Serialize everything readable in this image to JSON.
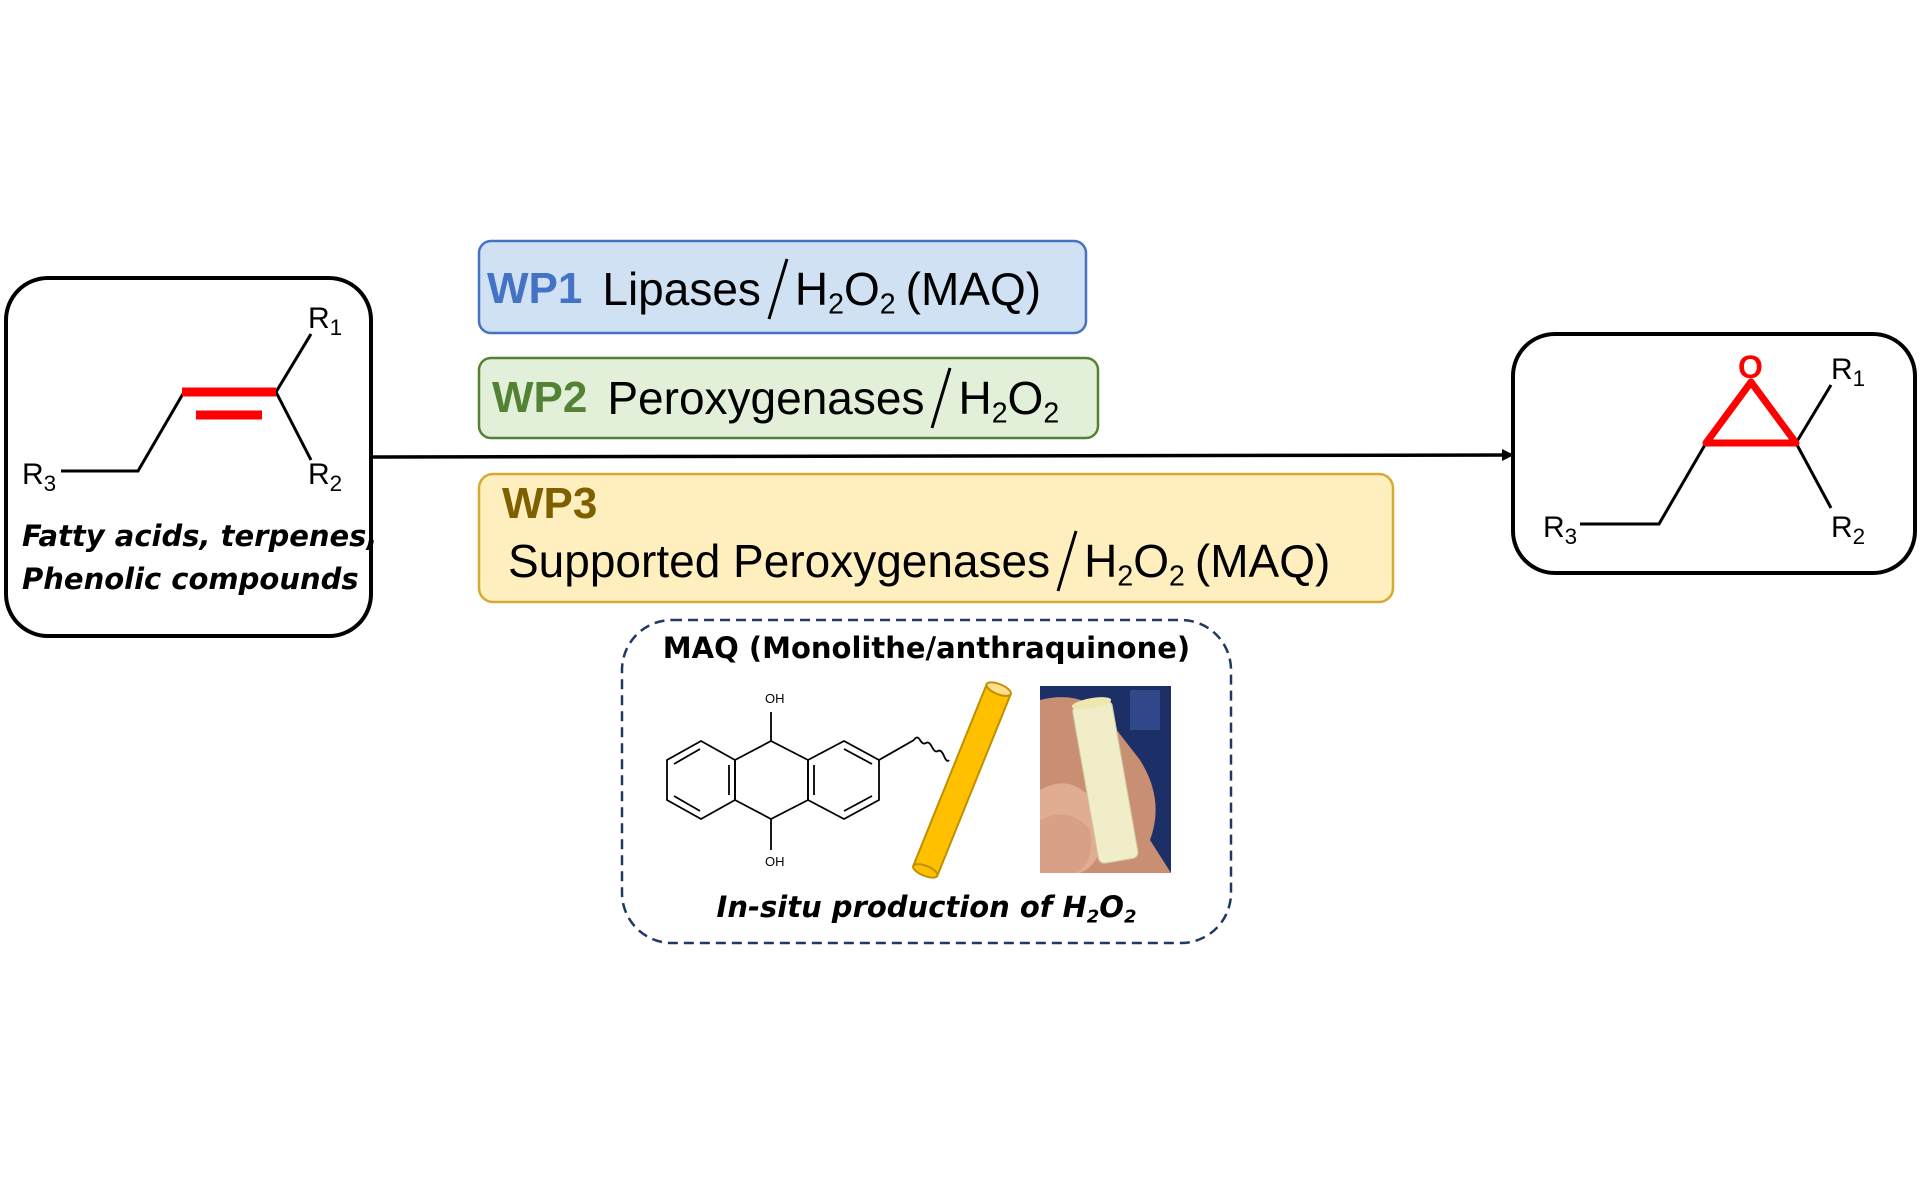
{
  "h2o2": {
    "a": "H",
    "a_sub": "2",
    "b": "O",
    "b_sub": "2"
  },
  "substrate": {
    "r1": "R",
    "r1_sub": "1",
    "r2": "R",
    "r2_sub": "2",
    "r3": "R",
    "r3_sub": "3",
    "line1": "Fatty acids, terpenes,",
    "line2": "Phenolic compounds"
  },
  "product": {
    "oxygen": "O",
    "r1": "R",
    "r1_sub": "1",
    "r2": "R",
    "r2_sub": "2",
    "r3": "R",
    "r3_sub": "3"
  },
  "wp1": {
    "tag": "WP1",
    "text": "Lipases",
    "suffix": "(MAQ)"
  },
  "wp2": {
    "tag": "WP2",
    "text": "Peroxygenases"
  },
  "wp3": {
    "tag": "WP3",
    "text": "Supported Peroxygenases",
    "suffix": "(MAQ)"
  },
  "maq": {
    "title": "MAQ (Monolithe/anthraquinone)",
    "oh_top": "OH",
    "oh_bottom": "OH",
    "caption": "In-situ production of ",
    "caption_formula": {
      "a": "H",
      "a_sub": "2",
      "b": "O",
      "b_sub": "2"
    }
  },
  "colors": {
    "red": "#ff0000",
    "wp1": "#4472c4",
    "wp2": "#548235",
    "wp3": "#7f6000",
    "wp1_fill": "#d0e1f3",
    "wp2_fill": "#e2efd9",
    "wp3_fill": "#ffefbf",
    "maq_border": "#1f3864",
    "rod": "#ffc000"
  }
}
